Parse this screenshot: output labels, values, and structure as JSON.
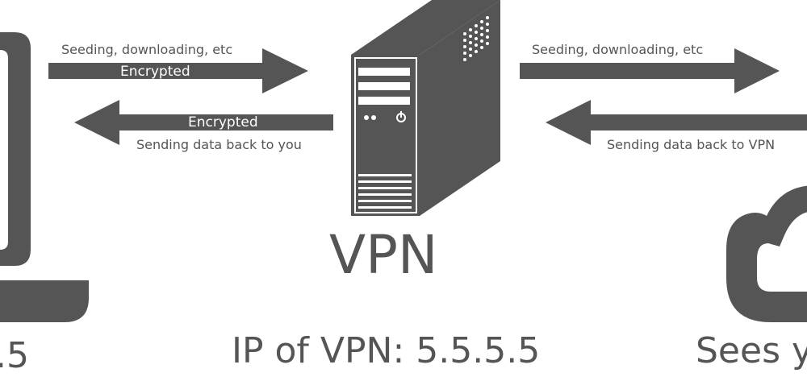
{
  "left_link": {
    "forward_label": "Seeding, downloading, etc",
    "forward_arrow_text": "Encrypted",
    "back_arrow_text": "Encrypted",
    "back_label": "Sending data back to you"
  },
  "right_link": {
    "forward_label": "Seeding, downloading, etc",
    "back_label": "Sending data back to VPN"
  },
  "vpn": {
    "title": "VPN",
    "ip_label": "IP of VPN: 5.5.5.5"
  },
  "left_device": {
    "ip_fragment": ".5"
  },
  "right_site": {
    "caption_fragment": "Sees y"
  },
  "colors": {
    "ink": "#555555",
    "background": "#ffffff"
  },
  "icons": [
    "laptop-icon",
    "server-tower-icon",
    "cloud-icon",
    "arrow-right-icon",
    "arrow-left-icon"
  ]
}
